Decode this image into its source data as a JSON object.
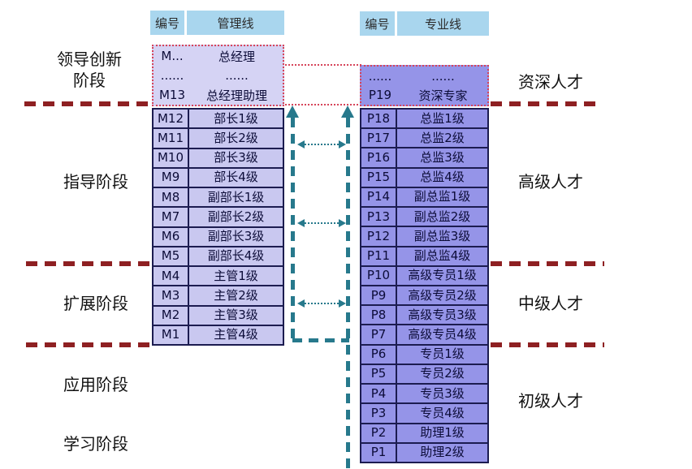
{
  "colors": {
    "header_blue": "#a9d6ee",
    "management_fill": "#c9c8f0",
    "management_topbox_fill": "#d5d3f4",
    "professional_fill": "#9594e8",
    "table_border": "#1c1c50",
    "divider_red": "#8e2022",
    "dotted_box_red": "#d6445a",
    "path_teal": "#27798c"
  },
  "management": {
    "header": {
      "col1": "编号",
      "col2": "管理线"
    },
    "top_box_rows": [
      [
        "M...",
        "总经理"
      ],
      [
        "......",
        "......"
      ],
      [
        "M13",
        "总经理助理"
      ]
    ],
    "rows": [
      [
        "M12",
        "部长1级"
      ],
      [
        "M11",
        "部长2级"
      ],
      [
        "M10",
        "部长3级"
      ],
      [
        "M9",
        "部长4级"
      ],
      [
        "M8",
        "副部长1级"
      ],
      [
        "M7",
        "副部长2级"
      ],
      [
        "M6",
        "副部长3级"
      ],
      [
        "M5",
        "副部长4级"
      ],
      [
        "M4",
        "主管1级"
      ],
      [
        "M3",
        "主管2级"
      ],
      [
        "M2",
        "主管3级"
      ],
      [
        "M1",
        "主管4级"
      ]
    ]
  },
  "professional": {
    "header": {
      "col1": "编号",
      "col2": "专业线"
    },
    "top_box_rows": [
      [
        "......",
        "......"
      ],
      [
        "P19",
        "资深专家"
      ]
    ],
    "rows": [
      [
        "P18",
        "总监1级"
      ],
      [
        "P17",
        "总监2级"
      ],
      [
        "P16",
        "总监3级"
      ],
      [
        "P15",
        "总监4级"
      ],
      [
        "P14",
        "副总监1级"
      ],
      [
        "P13",
        "副总监2级"
      ],
      [
        "P12",
        "副总监3级"
      ],
      [
        "P11",
        "副总监4级"
      ],
      [
        "P10",
        "高级专员1级"
      ],
      [
        "P9",
        "高级专员2级"
      ],
      [
        "P8",
        "高级专员3级"
      ],
      [
        "P7",
        "高级专员4级"
      ],
      [
        "P6",
        "专员1级"
      ],
      [
        "P5",
        "专员2级"
      ],
      [
        "P4",
        "专员3级"
      ],
      [
        "P3",
        "专员4级"
      ],
      [
        "P2",
        "助理1级"
      ],
      [
        "P1",
        "助理2级"
      ]
    ]
  },
  "stage_labels": {
    "leading_line1": "领导创新",
    "leading_line2": "阶段",
    "guiding": "指导阶段",
    "expanding": "扩展阶段",
    "applying": "应用阶段",
    "learning": "学习阶段"
  },
  "talent_labels": {
    "senior": "资深人才",
    "advanced": "高级人才",
    "intermediate": "中级人才",
    "junior": "初级人才"
  }
}
